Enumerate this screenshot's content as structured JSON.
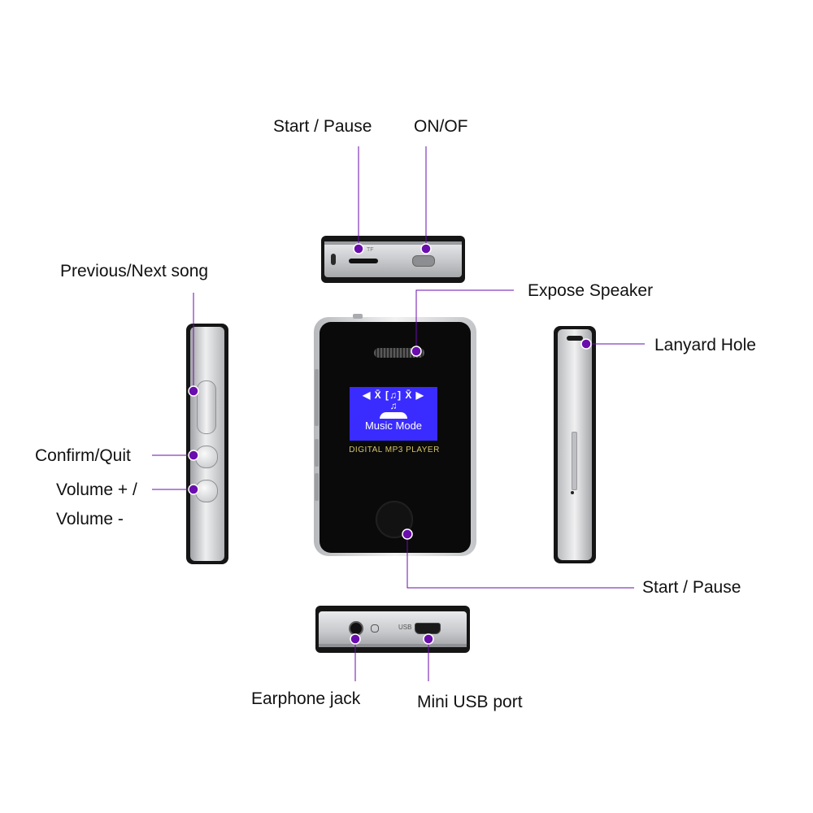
{
  "colors": {
    "accent": "#6a0dad",
    "screen": "#3a2cff",
    "body": "#0b0b0b",
    "silver": "#cfd1d4"
  },
  "labels": {
    "start_pause_top": "Start / Pause",
    "on_off": "ON/OF",
    "previous_next": "Previous/Next song",
    "expose_speaker": "Expose Speaker",
    "lanyard_hole": "Lanyard Hole",
    "confirm_quit": "Confirm/Quit",
    "volume_plus": "Volume + /",
    "volume_minus": "Volume -",
    "start_pause_front": "Start / Pause",
    "earphone_jack": "Earphone jack",
    "mini_usb": "Mini USB port"
  },
  "screen": {
    "mode_text": "Music Mode",
    "brand_text": "DIGITAL MP3 PLAYER",
    "icon_row": "◀ X̄  [♫]  X̄ ▶",
    "note": "♫"
  },
  "top_view": {
    "slot_mark": "TF"
  },
  "bottom_view": {
    "usb_mark": "USB"
  }
}
